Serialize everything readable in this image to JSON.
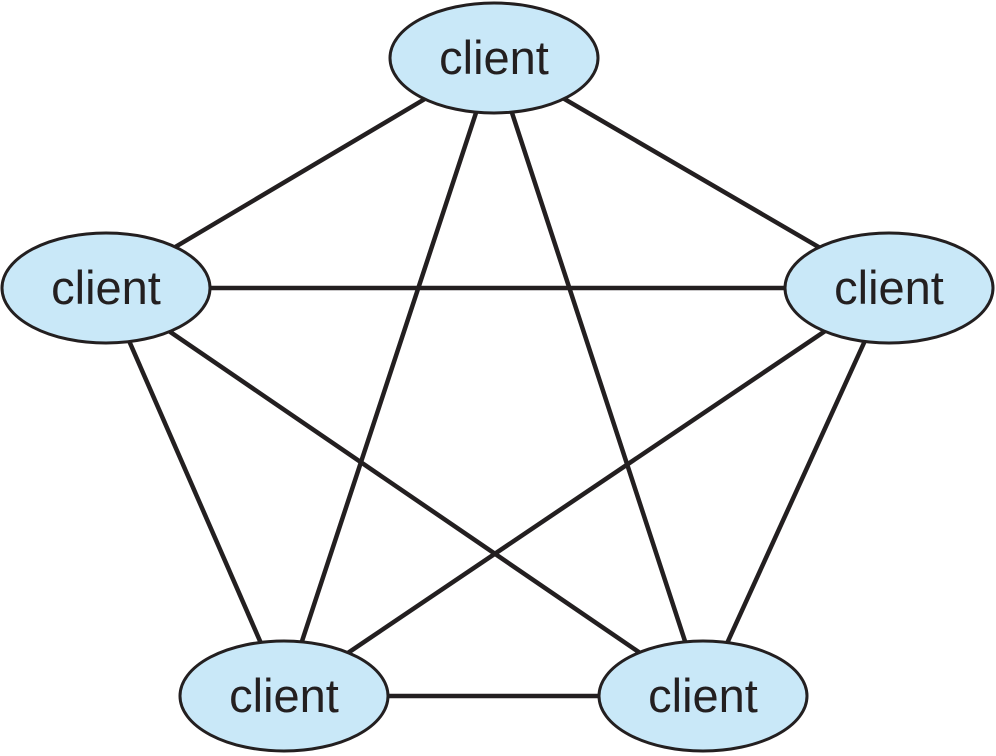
{
  "diagram": {
    "nodes": [
      {
        "id": "top",
        "label": "client"
      },
      {
        "id": "left",
        "label": "client"
      },
      {
        "id": "right",
        "label": "client"
      },
      {
        "id": "bottom-left",
        "label": "client"
      },
      {
        "id": "bottom-right",
        "label": "client"
      }
    ],
    "edges": [
      {
        "from": "top",
        "to": "left"
      },
      {
        "from": "top",
        "to": "right"
      },
      {
        "from": "top",
        "to": "bottom-left"
      },
      {
        "from": "top",
        "to": "bottom-right"
      },
      {
        "from": "left",
        "to": "right"
      },
      {
        "from": "left",
        "to": "bottom-left"
      },
      {
        "from": "left",
        "to": "bottom-right"
      },
      {
        "from": "right",
        "to": "bottom-left"
      },
      {
        "from": "right",
        "to": "bottom-right"
      },
      {
        "from": "bottom-left",
        "to": "bottom-right"
      }
    ],
    "colors": {
      "node_fill": "#c9e8f8",
      "stroke": "#231f20"
    }
  }
}
